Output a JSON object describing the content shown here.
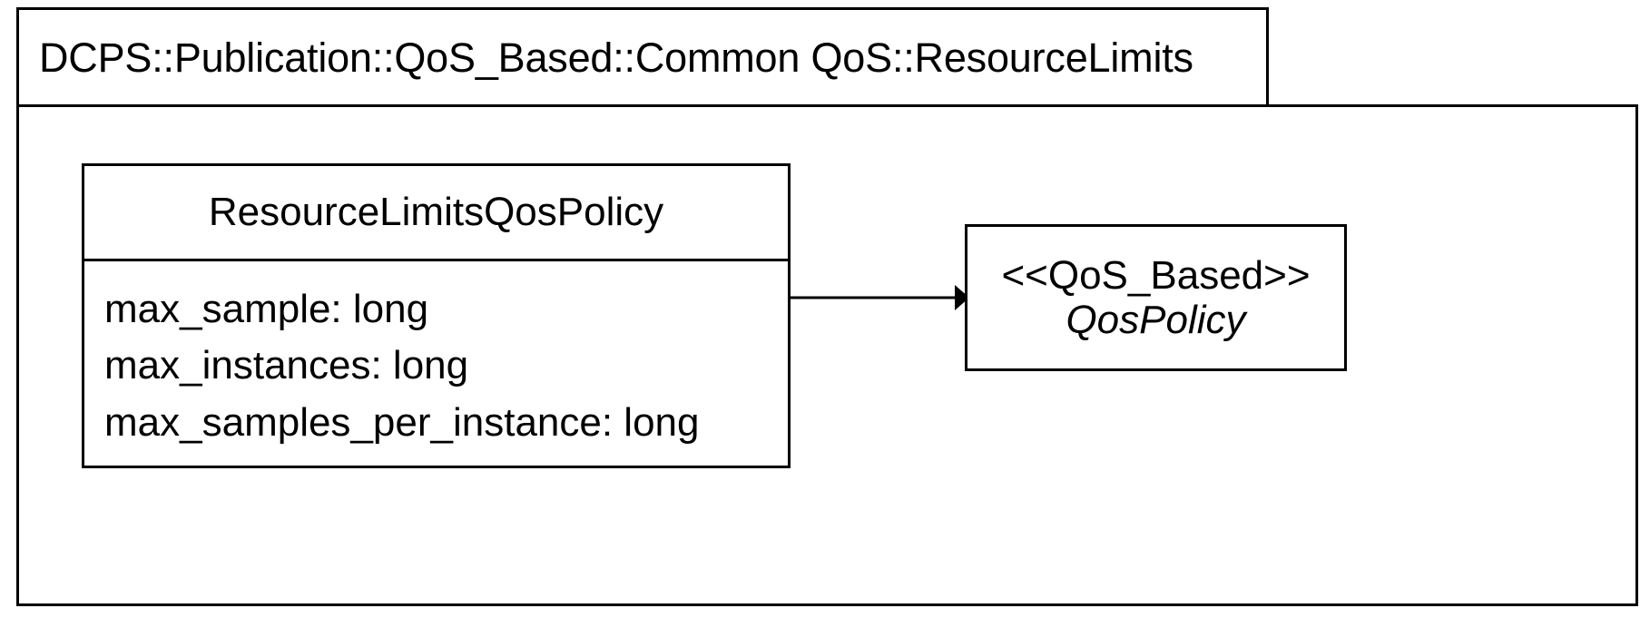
{
  "package": {
    "title": "DCPS::Publication::QoS_Based::Common QoS::ResourceLimits"
  },
  "class_box": {
    "name": "ResourceLimitsQosPolicy",
    "attributes": [
      "max_sample: long",
      "max_instances: long",
      "max_samples_per_instance: long"
    ]
  },
  "reference_box": {
    "stereotype": "<<QoS_Based>>",
    "name": "QosPolicy"
  },
  "relationship": {
    "kind": "association-arrow",
    "from": "ResourceLimitsQosPolicy",
    "to": "QosPolicy"
  },
  "colors": {
    "stroke": "#000000",
    "fill": "#ffffff",
    "text": "#000000"
  }
}
